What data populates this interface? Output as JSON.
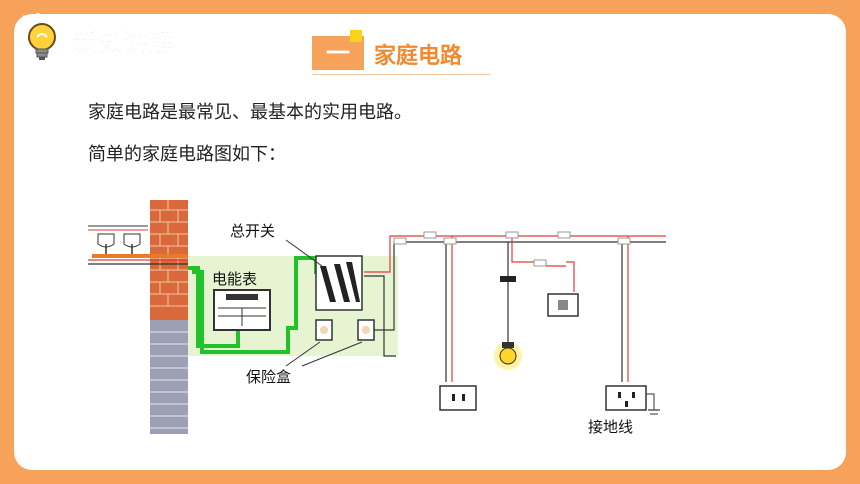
{
  "header": {
    "brand_label": "新知讲解",
    "section_number": "一",
    "section_title": "家庭电路"
  },
  "content": {
    "line1": "家庭电路是最常见、最基本的实用电路。",
    "line2": "简单的家庭电路图如下："
  },
  "diagram": {
    "labels": {
      "main_switch": "总开关",
      "meter": "电能表",
      "fuse_box": "保险盒",
      "ground_wire": "接地线"
    }
  },
  "colors": {
    "background": "#F7A25A",
    "accent": "#F08A30",
    "live_wire": "#E33B3B",
    "neutral_wire": "#333333",
    "service_wire": "#22C22A"
  },
  "icons": [
    "lightbulb-icon"
  ]
}
